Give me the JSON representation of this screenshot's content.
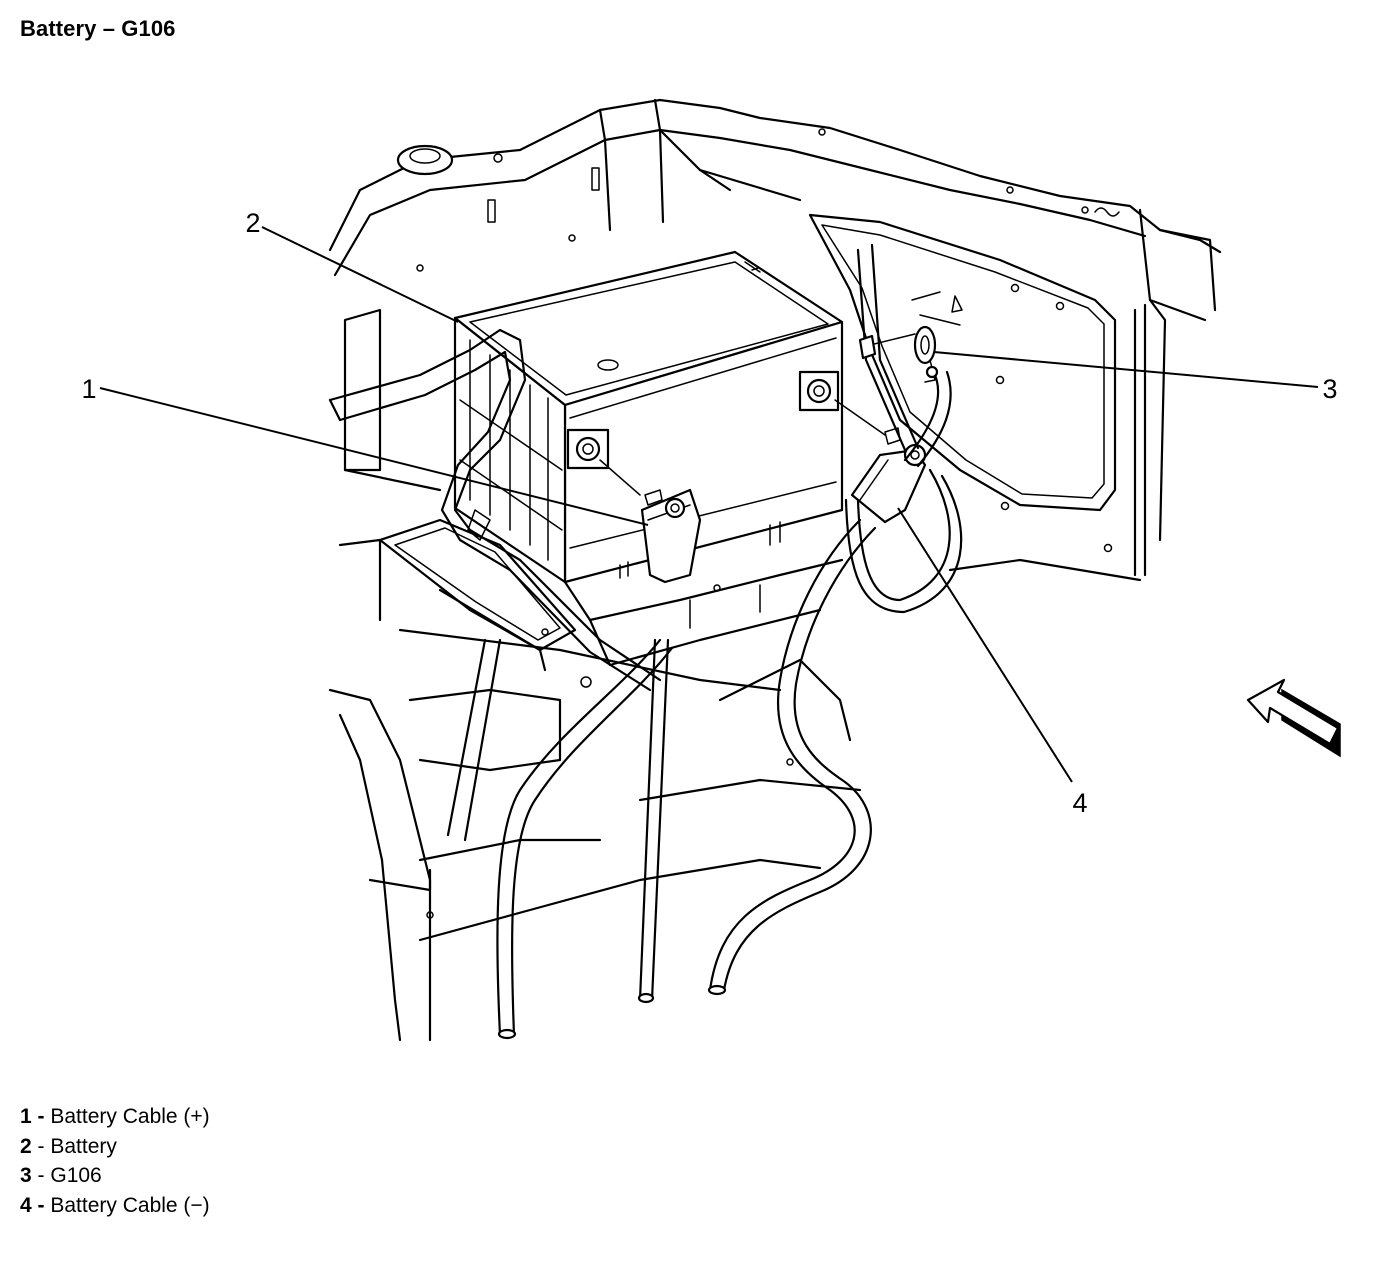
{
  "title": "Battery – G106",
  "callouts": [
    {
      "number": "1",
      "label": "Battery Cable (+)"
    },
    {
      "number": "2",
      "label": "Battery"
    },
    {
      "number": "3",
      "label": "G106"
    },
    {
      "number": "4",
      "label": "Battery Cable (−)"
    }
  ],
  "legend_separators": [
    " - ",
    " - ",
    " - ",
    " - "
  ],
  "icons": {
    "view_arrow": "view-direction-arrow-icon"
  }
}
